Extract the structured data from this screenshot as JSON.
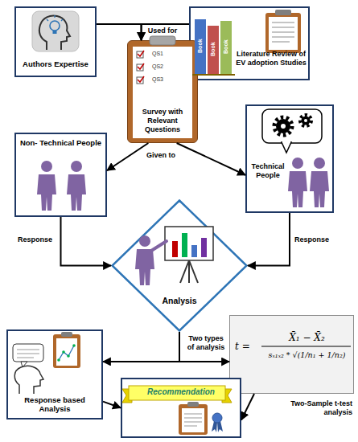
{
  "diagram": {
    "nodes": [
      {
        "text": [
          "Authors Expertise"
        ]
      },
      {
        "text": [
          "Literature Review of EV adoption Studies"
        ]
      },
      {
        "text": [
          "Survey with Relevant Questions"
        ]
      },
      {
        "text": [
          "Non- Technical People"
        ]
      },
      {
        "text": [
          "Technical People"
        ]
      },
      {
        "text": [
          "Analysis"
        ]
      },
      {
        "text": [
          "Response based Analysis"
        ]
      },
      {
        "text": [
          "t =",
          "X̄₁ − X̄₂",
          "sₓ₁ₓ₂ * √(1/n₁ + 1/n₂)",
          "Two-Sample t-test analysis"
        ]
      },
      {
        "text": [
          "Recommendation"
        ]
      }
    ],
    "edges": [
      {
        "from": 0,
        "to": 2,
        "arrow": "to"
      },
      {
        "from": 1,
        "to": 2,
        "arrow": "to"
      },
      {
        "from": 2,
        "to": 3,
        "arrow": "to"
      },
      {
        "from": 2,
        "to": 4,
        "arrow": "to"
      },
      {
        "from": 3,
        "to": 5,
        "label": "Response",
        "arrow": "to"
      },
      {
        "from": 4,
        "to": 5,
        "label": "Response",
        "arrow": "to"
      },
      {
        "from": 5,
        "to": 6,
        "arrow": "to"
      },
      {
        "from": 5,
        "to": 7,
        "arrow": "to"
      },
      {
        "from": 6,
        "to": 8,
        "arrow": "to"
      },
      {
        "from": 7,
        "to": 8,
        "arrow": "to"
      }
    ],
    "labels": [
      "Used for",
      "Given to",
      "Two types of analysis",
      "Book",
      "Book",
      "Book",
      "QS1",
      "QS2",
      "QS3"
    ]
  }
}
